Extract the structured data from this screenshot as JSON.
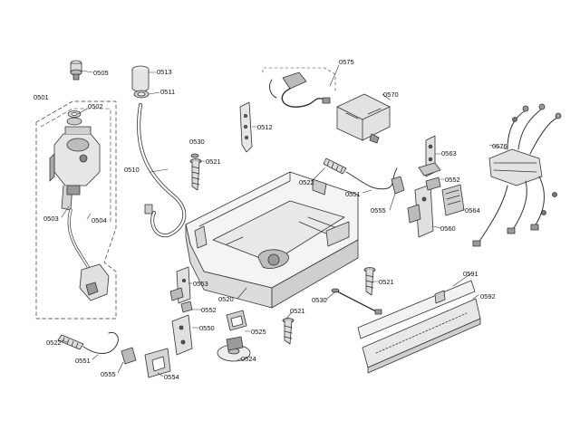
{
  "diagram": {
    "type": "exploded-parts-view",
    "stroke_color": "#333333",
    "fill_light": "#f2f2f2",
    "fill_mid": "#d9d9d9",
    "fill_dark": "#9a9a9a",
    "labels": [
      {
        "id": "0505",
        "text": "0505"
      },
      {
        "id": "0513",
        "text": "0513"
      },
      {
        "id": "0511",
        "text": "0511"
      },
      {
        "id": "0575",
        "text": "0575"
      },
      {
        "id": "0501",
        "text": "0501"
      },
      {
        "id": "0502",
        "text": "0502"
      },
      {
        "id": "0570",
        "text": "0570"
      },
      {
        "id": "0512",
        "text": "0512"
      },
      {
        "id": "0576",
        "text": "0576"
      },
      {
        "id": "0530a",
        "text": "0530"
      },
      {
        "id": "0563",
        "text": "0563"
      },
      {
        "id": "0521a",
        "text": "0521"
      },
      {
        "id": "0510",
        "text": "0510"
      },
      {
        "id": "0522a",
        "text": "0522"
      },
      {
        "id": "0552a",
        "text": "0552"
      },
      {
        "id": "0551a",
        "text": "0551"
      },
      {
        "id": "0564",
        "text": "0564"
      },
      {
        "id": "0555a",
        "text": "0555"
      },
      {
        "id": "0503",
        "text": "0503"
      },
      {
        "id": "0504",
        "text": "0504"
      },
      {
        "id": "0560",
        "text": "0560"
      },
      {
        "id": "0591",
        "text": "0591"
      },
      {
        "id": "0521b",
        "text": "0521"
      },
      {
        "id": "0553",
        "text": "0553"
      },
      {
        "id": "0592",
        "text": "0592"
      },
      {
        "id": "0520",
        "text": "0520"
      },
      {
        "id": "0530b",
        "text": "0530"
      },
      {
        "id": "0552b",
        "text": "0552"
      },
      {
        "id": "0521c",
        "text": "0521"
      },
      {
        "id": "0550",
        "text": "0550"
      },
      {
        "id": "0525",
        "text": "0525"
      },
      {
        "id": "0522b",
        "text": "0522"
      },
      {
        "id": "0551b",
        "text": "0551"
      },
      {
        "id": "0524",
        "text": "0524"
      },
      {
        "id": "0555b",
        "text": "0555"
      },
      {
        "id": "0554",
        "text": "0554"
      }
    ]
  }
}
